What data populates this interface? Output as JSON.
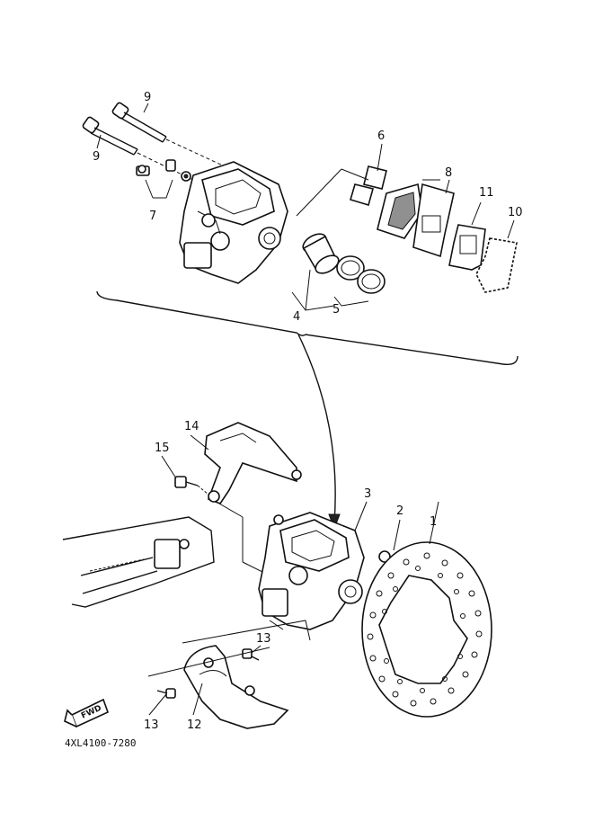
{
  "parts": [
    {
      "id": "p1",
      "number": "1"
    },
    {
      "id": "p2",
      "number": "2"
    },
    {
      "id": "p3",
      "number": "3"
    },
    {
      "id": "p4",
      "number": "4"
    },
    {
      "id": "p5",
      "number": "5"
    },
    {
      "id": "p6",
      "number": "6"
    },
    {
      "id": "p7",
      "number": "7"
    },
    {
      "id": "p8",
      "number": "8"
    },
    {
      "id": "p9a",
      "number": "9"
    },
    {
      "id": "p9b",
      "number": "9"
    },
    {
      "id": "p10",
      "number": "10"
    },
    {
      "id": "p11",
      "number": "11"
    },
    {
      "id": "p12",
      "number": "12"
    },
    {
      "id": "p13a",
      "number": "13"
    },
    {
      "id": "p13b",
      "number": "13"
    },
    {
      "id": "p14",
      "number": "14"
    },
    {
      "id": "p15",
      "number": "15"
    }
  ],
  "fwd_label": "FWD",
  "diagram_code": "4XL4100-7280"
}
